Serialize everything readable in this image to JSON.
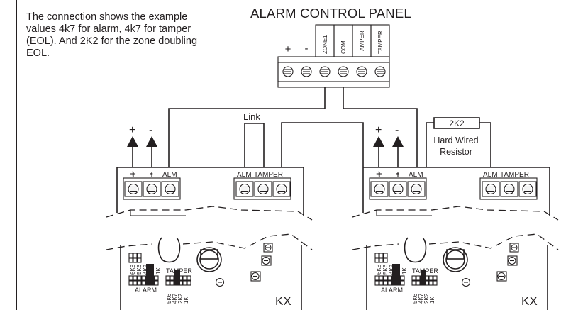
{
  "description_text": "The connection shows the example values 4k7 for alarm, 4k7 for tamper (EOL). And 2K2 for the zone doubling EOL.",
  "panel": {
    "title": "ALARM CONTROL PANEL",
    "terminals": [
      "+",
      "-",
      "ZONE1",
      "COM",
      "TAMPER",
      "TAMPER"
    ]
  },
  "link_label": "Link",
  "resistor": {
    "value": "2K2",
    "caption_line1": "Hard Wired",
    "caption_line2": "Resistor"
  },
  "power_labels": {
    "plus": "+",
    "minus": "-"
  },
  "detector_terminals": {
    "power_block": [
      "+",
      "-",
      "ALM"
    ],
    "alarm_block": [
      "ALM",
      "TAMPER"
    ]
  },
  "jumpers": {
    "alarm_values": [
      "6K8",
      "5K6",
      "4K7",
      "1K"
    ],
    "alarm_label": "ALARM",
    "tamper_label": "TAMPER",
    "tamper_values": [
      "5K6",
      "4K7",
      "2K2",
      "1K"
    ]
  },
  "model_label": "KX"
}
